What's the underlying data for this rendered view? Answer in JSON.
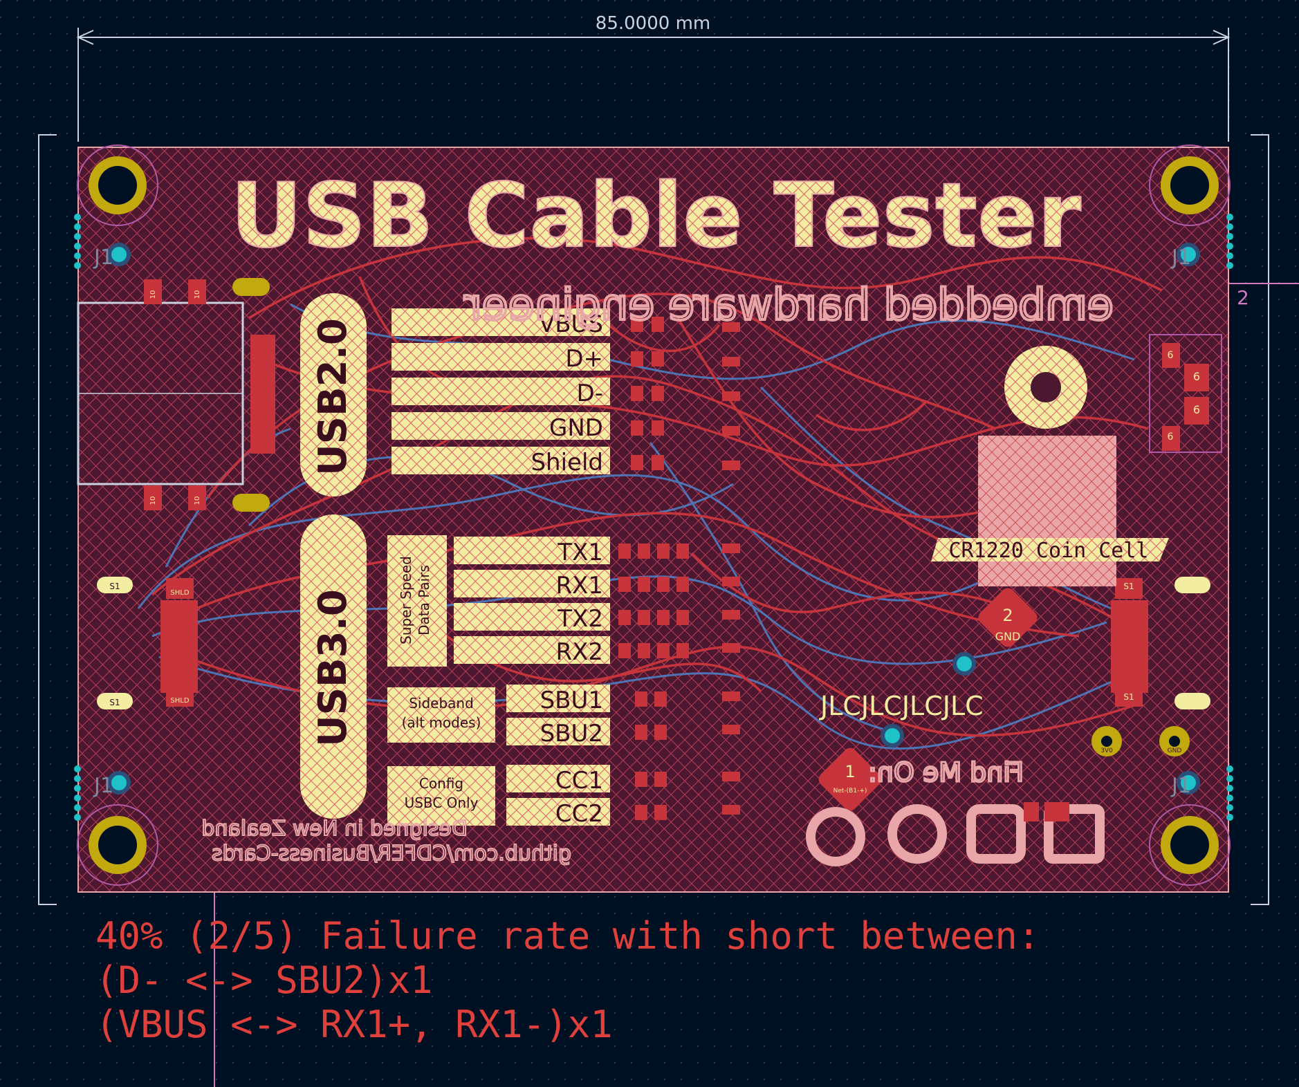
{
  "dimension": {
    "text": "85.0000 mm"
  },
  "board": {
    "title": "USB Cable Tester",
    "subtitle": "embedded hardware engineer",
    "mirrored_lines": [
      "Designed in New Zealand",
      "github.com/CDFER/Business-Cards"
    ],
    "usb2": {
      "label": "USB2.0",
      "pins": [
        "VBUS",
        "D+",
        "D-",
        "GND",
        "Shield"
      ]
    },
    "usb3": {
      "label": "USB3.0",
      "group_label_lines": [
        "Super Speed",
        "Data Pairs"
      ],
      "pins": [
        "TX1",
        "RX1",
        "TX2",
        "RX2"
      ]
    },
    "sideband": {
      "label_lines": [
        "Sideband",
        "(alt modes)"
      ],
      "pins": [
        "SBU1",
        "SBU2"
      ]
    },
    "config": {
      "label_lines": [
        "Config",
        "USBC Only"
      ],
      "pins": [
        "CC1",
        "CC2"
      ]
    },
    "coin_cell_label": "CR1220 Coin Cell",
    "fab_text": "JLCJLCJLCJLC",
    "find_me_text": "Find Me On:",
    "side_labels": {
      "left_top": "J1",
      "right_top": "J1",
      "left_bottom": "J1",
      "right_bottom": "J1"
    },
    "shld_label": "SHLD",
    "shld_pin": "10",
    "s1_label": "S1",
    "pad_1": {
      "number": "1",
      "net": "Net-(B1-+)"
    },
    "pad_2": {
      "number": "2",
      "net": "GND"
    },
    "test_points": [
      "3V0",
      "GND"
    ],
    "edge_number": "2",
    "side_pin": "6"
  },
  "colors": {
    "background": "#001023",
    "copper_front": "#c8343c",
    "copper_back": "#4d7fc4",
    "silkscreen": "#f2eda1",
    "mounting_hole": "#c2a90e",
    "via": "#1ec2c8",
    "text_note": "#e0403c"
  },
  "status_note": {
    "lines": [
      "40% (2/5) Failure rate with short between:",
      "(D- <-> SBU2)x1",
      "(VBUS <-> RX1+, RX1-)x1"
    ]
  }
}
